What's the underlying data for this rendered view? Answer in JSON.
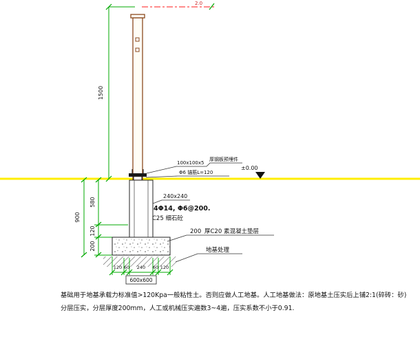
{
  "drawing": {
    "top": {
      "centerline_label": "2.0"
    },
    "dims": {
      "pole_height": "1500",
      "left_total": "900",
      "left_upper": "580",
      "left_mid": "120",
      "left_lower": "200",
      "bottom_segments": [
        "120",
        "60",
        "240",
        "60",
        "120"
      ],
      "bottom_overall": "600x600"
    },
    "ground": {
      "elevation": "±0.00",
      "plate_size": "100x100x5",
      "plate_note": "厚钢板预埋件",
      "anchor_note": "Φ6 锚筋L=120"
    },
    "foundation": {
      "column_section": "240x240",
      "rebar_note": "4Φ14, Φ6@200.",
      "concrete_note": "C25 细石砼",
      "cushion_thickness": "200",
      "cushion_note": "厚C20 素混凝土垫层",
      "subgrade_note": "地基处理"
    },
    "notes": {
      "line1": "基础用于地基承载力标准值>120Kpa一般粘性土。否则应做人工地基。人工地基做法：原地基土压实后上铺2:1(碎砖：砂)",
      "line2": "分层压实，分层厚度200mm，人工或机械压实遍数3~4遍，压实系数不小于0.91."
    },
    "colors": {
      "dimension_green": "#00a800",
      "pole_brown": "#8b4a1e",
      "ground_yellow": "#ffee00",
      "centerline_red": "#ff1a1a",
      "ink": "#111111"
    }
  }
}
